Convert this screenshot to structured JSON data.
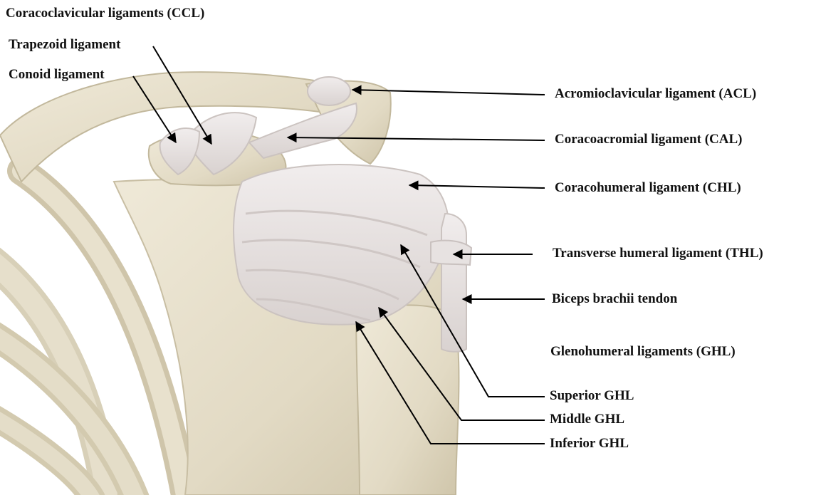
{
  "labels": {
    "ccl_group": "Coracoclavicular ligaments (CCL)",
    "trapezoid": "Trapezoid ligament",
    "conoid": "Conoid ligament",
    "acl": "Acromioclavicular ligament (ACL)",
    "cal": "Coracoacromial ligament (CAL)",
    "chl": "Coracohumeral ligament (CHL)",
    "thl": "Transverse humeral ligament (THL)",
    "biceps": "Biceps brachii tendon",
    "ghl_group": "Glenohumeral ligaments (GHL)",
    "superior_ghl": "Superior GHL",
    "middle_ghl": "Middle GHL",
    "inferior_ghl": "Inferior GHL"
  },
  "colors": {
    "bone": "#e3dcc8",
    "bone_shadow": "#c9bfa5",
    "ligament": "#ece7e5",
    "ligament_shadow": "#d6cfcd",
    "leader": "#000000"
  }
}
